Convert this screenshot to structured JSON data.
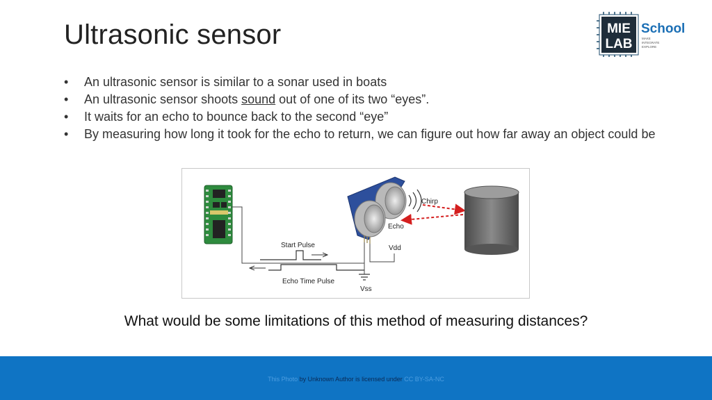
{
  "slide": {
    "title": "Ultrasonic sensor",
    "bullets": [
      "An ultrasonic sensor is similar to a sonar used in boats",
      {
        "before": "An ultrasonic sensor shoots ",
        "underlined": "sound",
        "after": " out of one of its two “eyes”."
      },
      "It waits for an echo to bounce back to the second “eye”",
      "By measuring how long it took for the echo to return, we can figure out how far away an object could be"
    ],
    "bullet_glyph": "•",
    "question": "What would be some limitations of this method of measuring distances?"
  },
  "logo": {
    "mark_top": "MIE",
    "mark_bottom": "LAB",
    "word": "School",
    "tagline": [
      "MAKE",
      "INTEGRATE",
      "EXPLORE"
    ]
  },
  "diagram": {
    "labels": {
      "chirp": "Chirp",
      "echo": "Echo",
      "vdd": "Vdd",
      "vss": "Vss",
      "start_pulse": "Start Pulse",
      "echo_time_pulse": "Echo Time Pulse"
    },
    "colors": {
      "board": "#2e8b3e",
      "sensor_blue": "#2d4f9c",
      "arrow_red": "#d41f1f",
      "cylinder": "#6e6e6e"
    }
  },
  "footer": {
    "link_left": "This Photo",
    "attribution": "by Unknown Author is licensed under",
    "link_right": "CC BY-SA-NC",
    "bar_color": "#0f74c4"
  }
}
